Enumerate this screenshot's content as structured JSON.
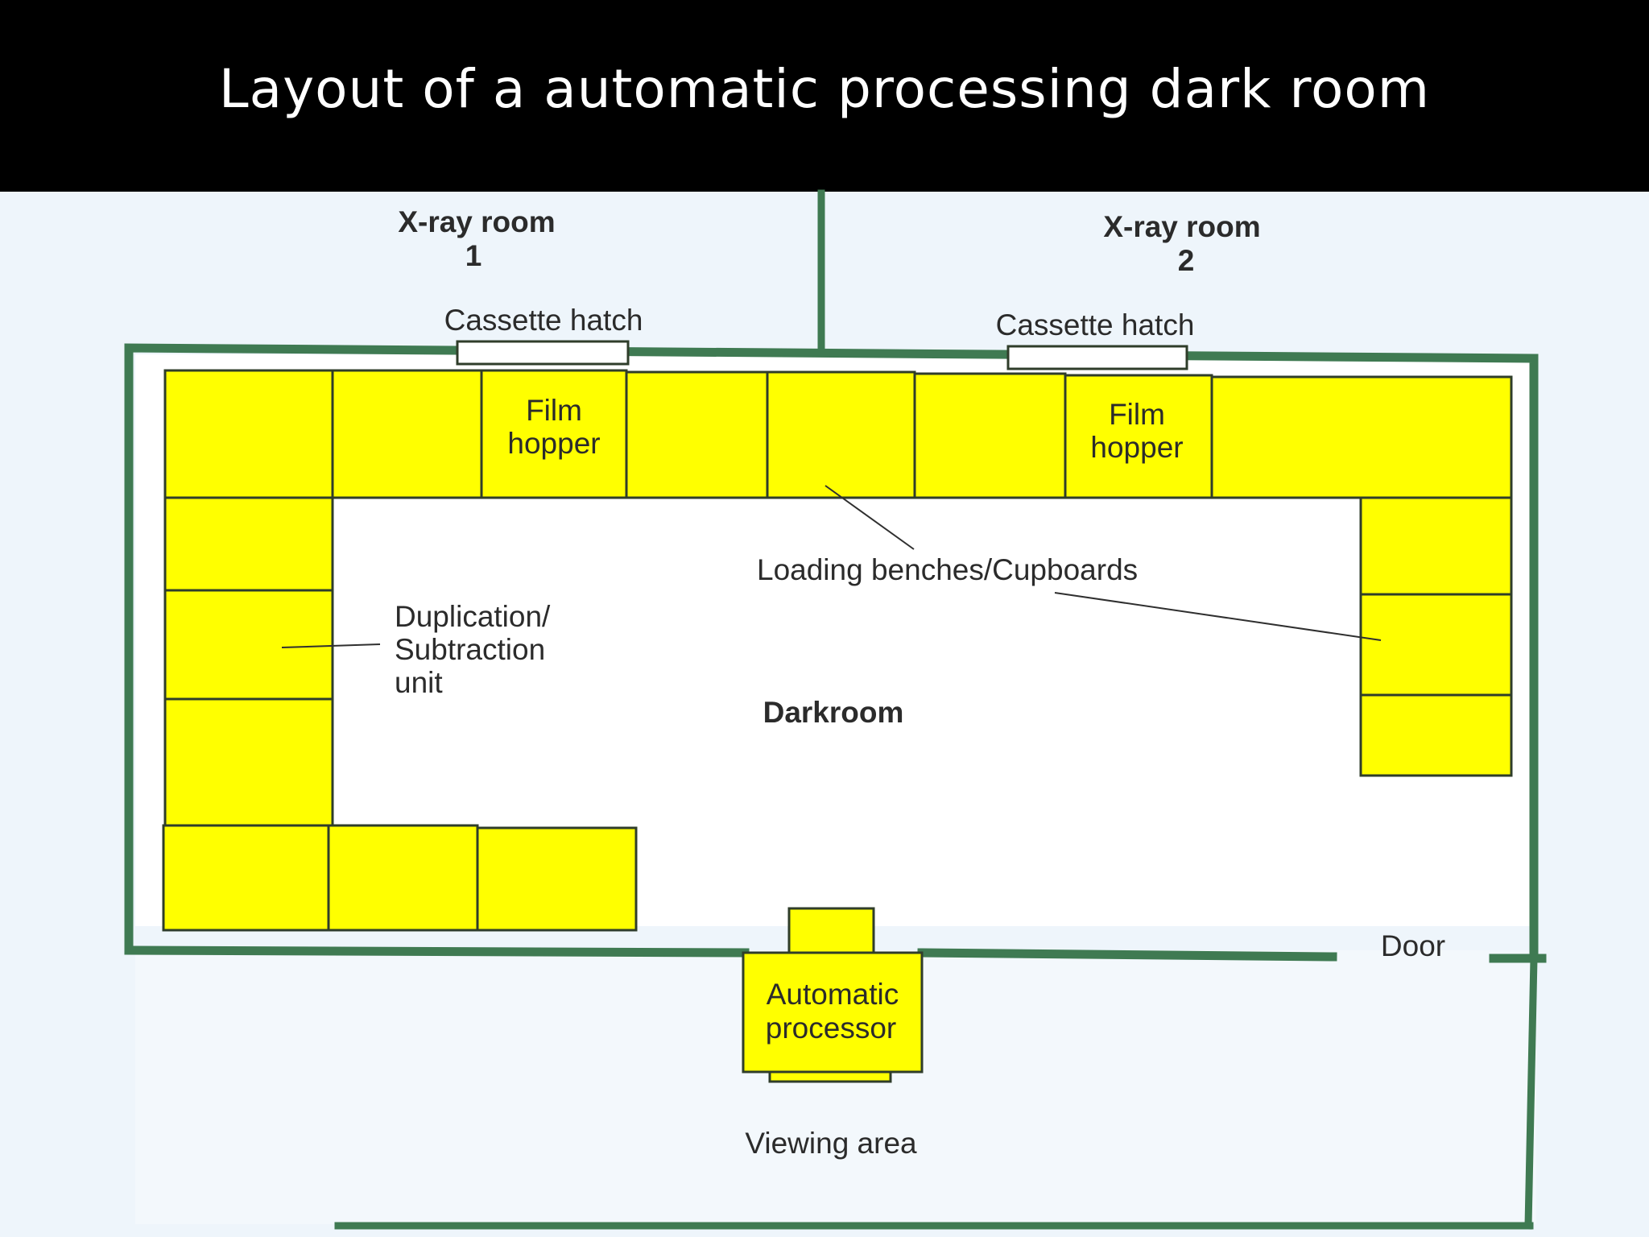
{
  "title": "Layout of a automatic processing dark room",
  "labels": {
    "xray_room_1": {
      "line1": "X-ray room",
      "line2": "1"
    },
    "xray_room_2": {
      "line1": "X-ray room",
      "line2": "2"
    },
    "cassette_hatch_1": "Cassette hatch",
    "cassette_hatch_2": "Cassette hatch",
    "film_hopper_1": {
      "line1": "Film",
      "line2": "hopper"
    },
    "film_hopper_2": {
      "line1": "Film",
      "line2": "hopper"
    },
    "loading_benches": "Loading benches/Cupboards",
    "duplication_unit": {
      "line1": "Duplication/",
      "line2": "Subtraction",
      "line3": "unit"
    },
    "darkroom": "Darkroom",
    "door": "Door",
    "automatic_processor": {
      "line1": "Automatic",
      "line2": "processor"
    },
    "viewing_area": "Viewing area"
  },
  "colors": {
    "bench": "#ffff00",
    "wall": "#3f7a52",
    "background": "#eef5fb",
    "title_bar": "#000000",
    "title_text": "#ffffff"
  }
}
